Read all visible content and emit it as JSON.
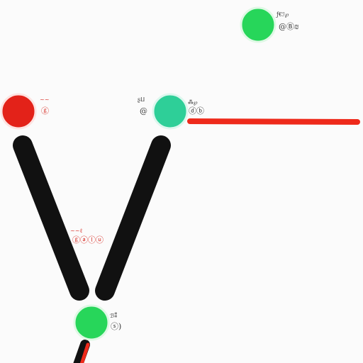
{
  "diagram": {
    "colors": {
      "background": "#fbfbfb",
      "edge_dark": "#111111",
      "edge_accent": "#ee2a1b",
      "node_red": "#e32219",
      "node_teal": "#2ecf98",
      "node_green": "#27d65a"
    },
    "nodes": [
      {
        "id": "top-green",
        "color": "green",
        "label_top": "ƒ€ℐ℘",
        "label_main": "@Ⓑ₪"
      },
      {
        "id": "left-red",
        "color": "red",
        "label_top": "~~",
        "label_main": "ⓖ"
      },
      {
        "id": "center-teal",
        "color": "teal",
        "label_top": "ʂⵡ",
        "label_main": "@",
        "label_right_top": "⁂℘",
        "label_right_main": "ⓓⓑ"
      },
      {
        "id": "bottom-green",
        "color": "green",
        "label_top": "ℬ⁑",
        "label_main": "ⓢ)"
      }
    ],
    "mid_label": {
      "top": "~~ℓ",
      "main": "ⓖⓐⓛⓤ"
    }
  }
}
